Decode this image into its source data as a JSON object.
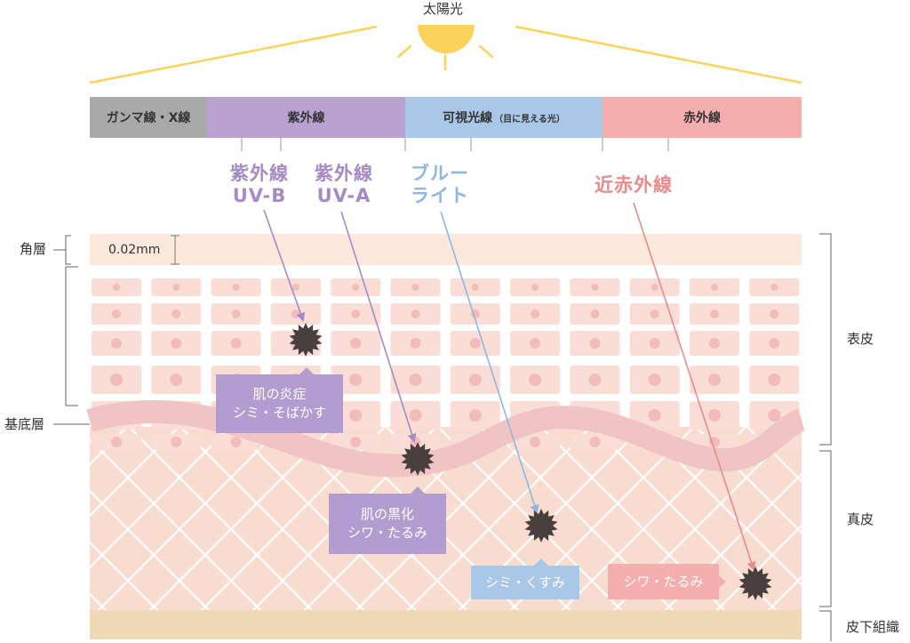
{
  "source": {
    "label": "太陽光"
  },
  "spectrum": {
    "bands": [
      {
        "label": "ガンマ線・X線",
        "note": "",
        "color": "#a9a9a9"
      },
      {
        "label": "紫外線",
        "note": "",
        "color": "#b9a2d1"
      },
      {
        "label": "可視光線",
        "note": "（目に見える光）",
        "color": "#a9c7e7"
      },
      {
        "label": "赤外線",
        "note": "",
        "color": "#f5aeae"
      }
    ]
  },
  "rays": [
    {
      "line1": "紫外線",
      "line2": "UV-B",
      "color": "#a48bc3"
    },
    {
      "line1": "紫外線",
      "line2": "UV-A",
      "color": "#a48bc3"
    },
    {
      "line1": "ブルー",
      "line2": "ライト",
      "color": "#8fb8e0"
    },
    {
      "line1": "近赤外線",
      "line2": "",
      "color": "#e88b8b"
    }
  ],
  "effects": [
    {
      "line1": "肌の炎症",
      "line2": "シミ・そばかす",
      "color": "#b39ccf"
    },
    {
      "line1": "肌の黒化",
      "line2": "シワ・たるみ",
      "color": "#b39ccf"
    },
    {
      "line1": "シミ・くすみ",
      "line2": "",
      "color": "#a9c7e7"
    },
    {
      "line1": "シワ・たるみ",
      "line2": "",
      "color": "#f5aeae"
    }
  ],
  "layers": {
    "stratum_corneum": "角層",
    "thickness": "0.02mm",
    "basal_layer": "基底層",
    "epidermis": "表皮",
    "dermis": "真皮",
    "subcutaneous": "皮下組織"
  },
  "colors": {
    "sun": "#fbd35c",
    "corneum": "#fbe9de",
    "cell": "#f9ddd6",
    "nucleus": "#f2bcbc",
    "wave": "#f0c4c4",
    "dermis": "#f8dcd0",
    "subcutaneous": "#efd8b6",
    "damage": "#4a3f3f"
  }
}
